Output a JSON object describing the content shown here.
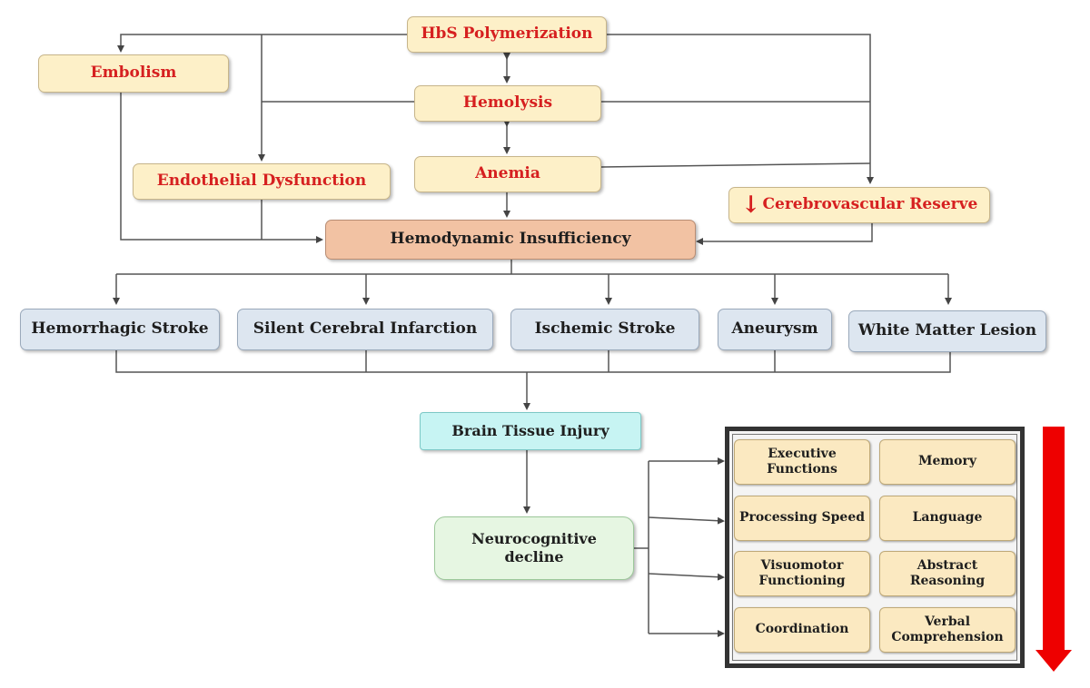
{
  "colors": {
    "wire": "#555555",
    "yellow_fill": "#fdf0c8",
    "red_text": "#d62020",
    "hemodynamic_fill": "#f2c2a3",
    "outcome_fill": "#dde6f0",
    "brain_fill": "#c7f4f3",
    "neuro_fill": "#e6f6e2",
    "domain_fill": "#fbe9c1",
    "decline_arrow": "#ee0000"
  },
  "top": {
    "hbs": "HbS Polymerization",
    "embolism": "Embolism",
    "hemolysis": "Hemolysis",
    "endothelial": "Endothelial Dysfunction",
    "anemia": "Anemia",
    "reserve_arrow": "↓",
    "reserve": "Cerebrovascular Reserve",
    "hemodynamic": "Hemodynamic Insufficiency"
  },
  "outcomes": [
    "Hemorrhagic Stroke",
    "Silent Cerebral Infarction",
    "Ischemic Stroke",
    "Aneurysm",
    "White Matter Lesion"
  ],
  "brain": "Brain Tissue Injury",
  "neuro": "Neurocognitive decline",
  "domains": [
    "Executive Functions",
    "Memory",
    "Processing Speed",
    "Language",
    "Visuomotor Functioning",
    "Abstract Reasoning",
    "Coordination",
    "Verbal Comprehension"
  ],
  "decline_indicator": "down-arrow-icon"
}
